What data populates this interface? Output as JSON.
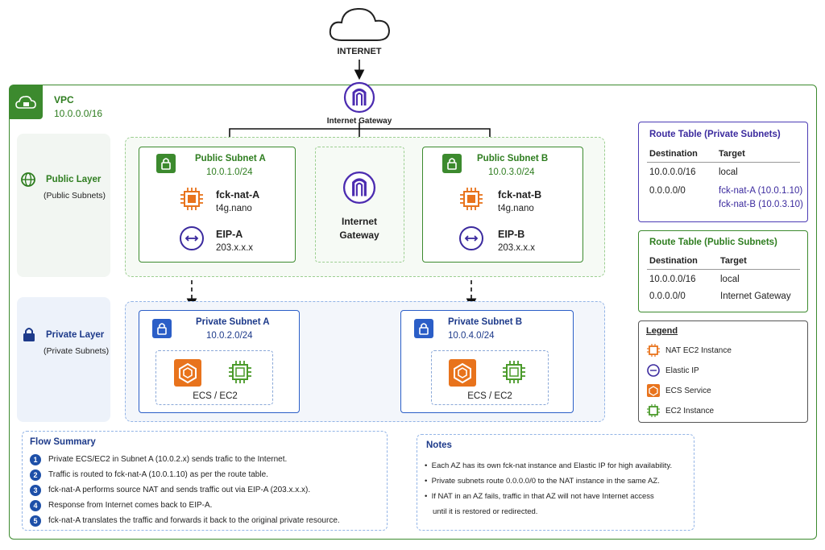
{
  "internet": {
    "label": "INTERNET"
  },
  "vpc": {
    "title": "VPC",
    "cidr": "10.0.0.0/16"
  },
  "igw_top": {
    "label": "Internet Gateway"
  },
  "igw_center": {
    "line1": "Internet",
    "line2": "Gateway"
  },
  "public_layer": {
    "title": "Public Layer",
    "subtitle": "(Public Subnets)"
  },
  "private_layer": {
    "title": "Private Layer",
    "subtitle": "(Private Subnets)"
  },
  "public_subnets": [
    {
      "title": "Public Subnet A",
      "cidr": "10.0.1.0/24",
      "nat_name": "fck-nat-A",
      "nat_type": "t4g.nano",
      "eip_name": "EIP-A",
      "eip_addr": "203.x.x.x"
    },
    {
      "title": "Public Subnet B",
      "cidr": "10.0.3.0/24",
      "nat_name": "fck-nat-B",
      "nat_type": "t4g.nano",
      "eip_name": "EIP-B",
      "eip_addr": "203.x.x.x"
    }
  ],
  "private_subnets": [
    {
      "title": "Private Subnet A",
      "cidr": "10.0.2.0/24",
      "workload": "ECS / EC2"
    },
    {
      "title": "Private Subnet B",
      "cidr": "10.0.4.0/24",
      "workload": "ECS / EC2"
    }
  ],
  "rt_private": {
    "title": "Route Table (Private Subnets)",
    "headers": [
      "Destination",
      "Target"
    ],
    "rows": [
      {
        "dest": "10.0.0.0/16",
        "target": "local"
      },
      {
        "dest": "0.0.0.0/0",
        "target": "fck-nat-A (10.0.1.10)",
        "target2": "fck-nat-B (10.0.3.10)"
      }
    ]
  },
  "rt_public": {
    "title": "Route Table (Public Subnets)",
    "headers": [
      "Destination",
      "Target"
    ],
    "rows": [
      {
        "dest": "10.0.0.0/16",
        "target": "local"
      },
      {
        "dest": "0.0.0.0/0",
        "target": "Internet Gateway"
      }
    ]
  },
  "legend": {
    "title": "Legend",
    "items": [
      "NAT EC2 Instance",
      "Elastic IP",
      "ECS Service",
      "EC2 Instance"
    ]
  },
  "flow": {
    "title": "Flow Summary",
    "steps": [
      {
        "n": "1",
        "text": "Private ECS/EC2 in Subnet A (10.0.2.x) sends trafic to the Internet."
      },
      {
        "n": "2",
        "text": "Traffic is routed to fck-nat-A (10.0.1.10) as per the route table."
      },
      {
        "n": "3",
        "text": "fck-nat-A performs source NAT and sends traffic out via EIP-A (203.x.x.x)."
      },
      {
        "n": "4",
        "text": "Response from Internet comes back to EIP-A."
      },
      {
        "n": "5",
        "text": "fck-nat-A translates the traffic and forwards it back to the original private resource."
      }
    ]
  },
  "notes": {
    "title": "Notes",
    "items": [
      "Each AZ has its own fck-nat instance and Elastic IP for high availability.",
      "Private subnets route 0.0.0.0/0 to the NAT instance in the same AZ.",
      "If NAT in an AZ fails, traffic in that AZ will not have Internet access",
      "until it is restored or redirected."
    ]
  },
  "colors": {
    "vpc_green": "#3c8a2e",
    "private_blue": "#2b5ec7",
    "igw_purple": "#4b2bb0",
    "nat_orange": "#e8731c",
    "ec2_green": "#4a9a2a"
  }
}
